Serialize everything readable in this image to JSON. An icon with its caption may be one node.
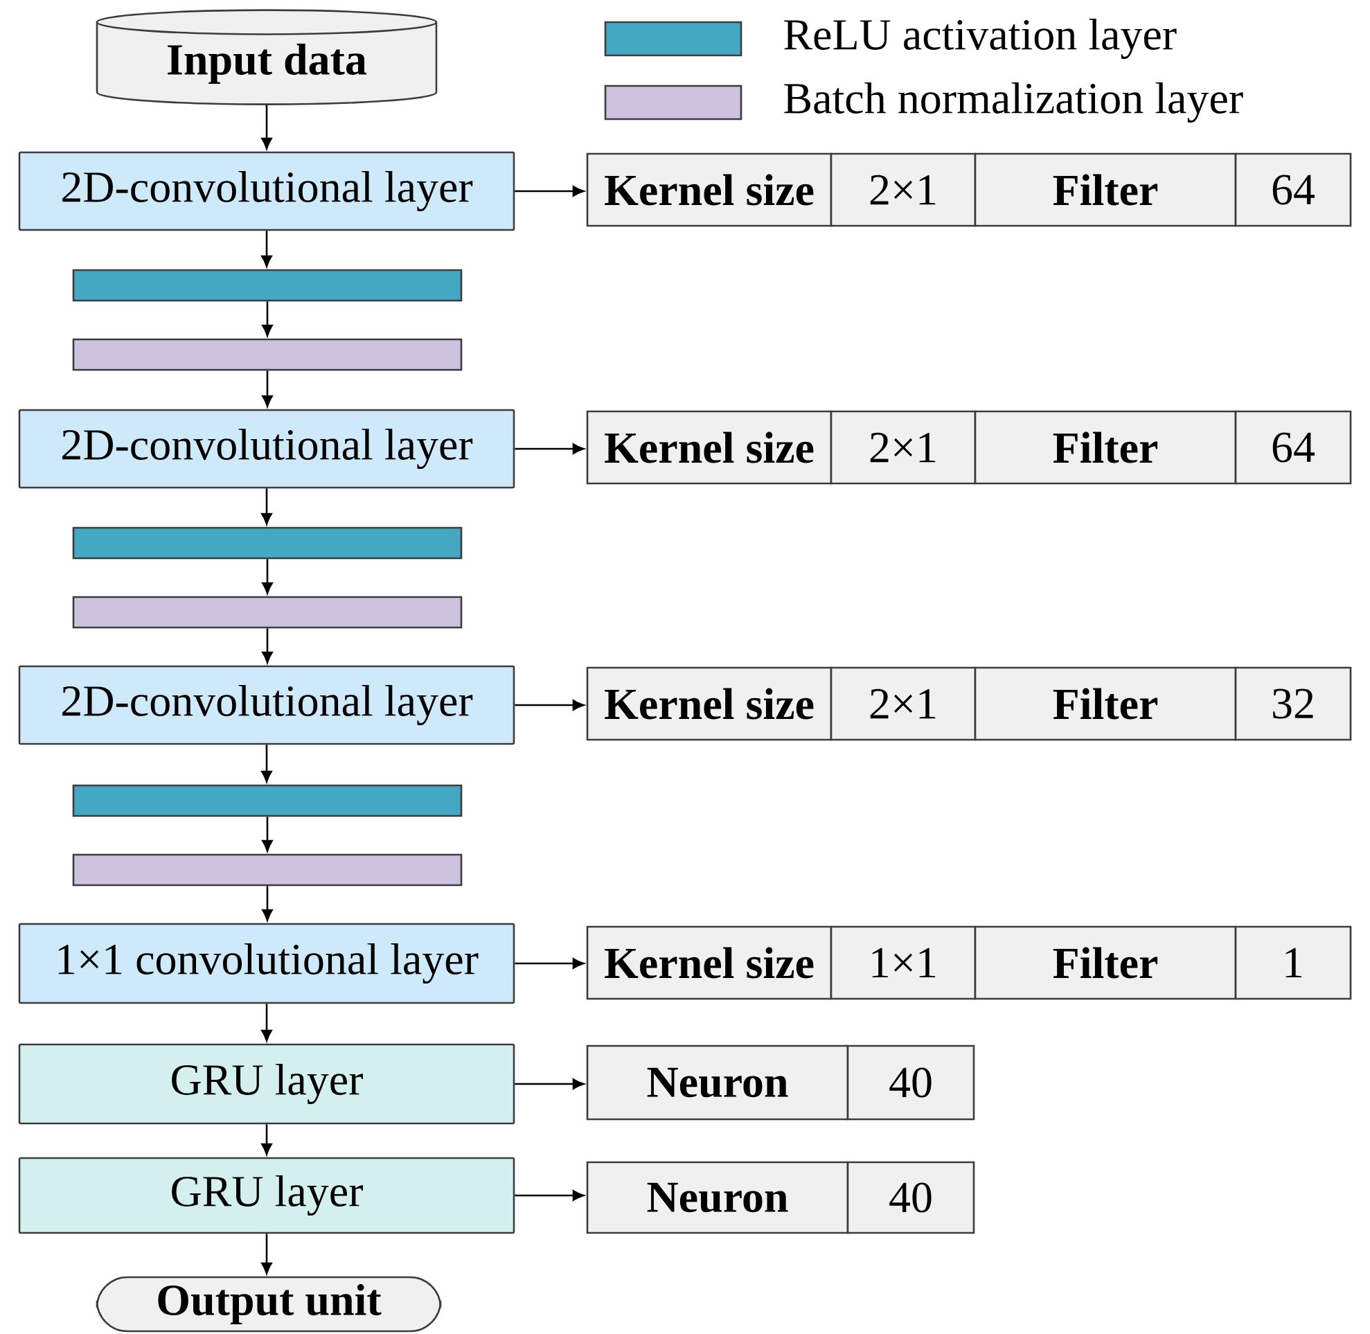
{
  "diagram": {
    "nodes": [
      {
        "text": [
          "Input data"
        ]
      },
      {
        "text": [
          "2D-convolutional layer"
        ]
      },
      {
        "text": [],
        "shape": "bar"
      },
      {
        "text": [],
        "shape": "bar"
      },
      {
        "text": [
          "2D-convolutional layer"
        ]
      },
      {
        "text": [],
        "shape": "bar"
      },
      {
        "text": [],
        "shape": "bar"
      },
      {
        "text": [
          "2D-convolutional layer"
        ]
      },
      {
        "text": [],
        "shape": "bar"
      },
      {
        "text": [],
        "shape": "bar"
      },
      {
        "text": [
          "1×1 convolutional layer"
        ]
      },
      {
        "text": [
          "GRU layer"
        ]
      },
      {
        "text": [
          "GRU layer"
        ]
      },
      {
        "text": [
          "Output unit"
        ]
      },
      {
        "text": [
          "Kernel size"
        ]
      },
      {
        "text": [
          "2×1"
        ]
      },
      {
        "text": [
          "Filter"
        ]
      },
      {
        "text": [
          "64"
        ]
      },
      {
        "text": [
          "Kernel size"
        ]
      },
      {
        "text": [
          "2×1"
        ]
      },
      {
        "text": [
          "Filter"
        ]
      },
      {
        "text": [
          "64"
        ]
      },
      {
        "text": [
          "Kernel size"
        ]
      },
      {
        "text": [
          "2×1"
        ]
      },
      {
        "text": [
          "Filter"
        ]
      },
      {
        "text": [
          "32"
        ]
      },
      {
        "text": [
          "Kernel size"
        ]
      },
      {
        "text": [
          "1×1"
        ]
      },
      {
        "text": [
          "Filter"
        ]
      },
      {
        "text": [
          "1"
        ]
      },
      {
        "text": [
          "Neuron"
        ]
      },
      {
        "text": [
          "40"
        ]
      },
      {
        "text": [
          "Neuron"
        ]
      },
      {
        "text": [
          "40"
        ]
      }
    ],
    "edges": [
      {
        "from": 0,
        "to": 1,
        "arrow": "to"
      },
      {
        "from": 1,
        "to": 2,
        "arrow": "to"
      },
      {
        "from": 2,
        "to": 3,
        "arrow": "to"
      },
      {
        "from": 3,
        "to": 4,
        "arrow": "to"
      },
      {
        "from": 4,
        "to": 5,
        "arrow": "to"
      },
      {
        "from": 5,
        "to": 6,
        "arrow": "to"
      },
      {
        "from": 6,
        "to": 7,
        "arrow": "to"
      },
      {
        "from": 7,
        "to": 8,
        "arrow": "to"
      },
      {
        "from": 8,
        "to": 9,
        "arrow": "to"
      },
      {
        "from": 9,
        "to": 10,
        "arrow": "to"
      },
      {
        "from": 10,
        "to": 11,
        "arrow": "to"
      },
      {
        "from": 11,
        "to": 12,
        "arrow": "to"
      },
      {
        "from": 12,
        "to": 13,
        "arrow": "to"
      },
      {
        "from": 1,
        "to": 14,
        "arrow": "to"
      },
      {
        "from": 4,
        "to": 18,
        "arrow": "to"
      },
      {
        "from": 7,
        "to": 22,
        "arrow": "to"
      },
      {
        "from": 10,
        "to": 26,
        "arrow": "to"
      },
      {
        "from": 11,
        "to": 30,
        "arrow": "to"
      },
      {
        "from": 12,
        "to": 32,
        "arrow": "to"
      }
    ],
    "legend": [
      {
        "text": "ReLU activation layer",
        "color": "#45a8c2"
      },
      {
        "text": "Batch normalization layer",
        "color": "#cdc3de"
      }
    ]
  }
}
